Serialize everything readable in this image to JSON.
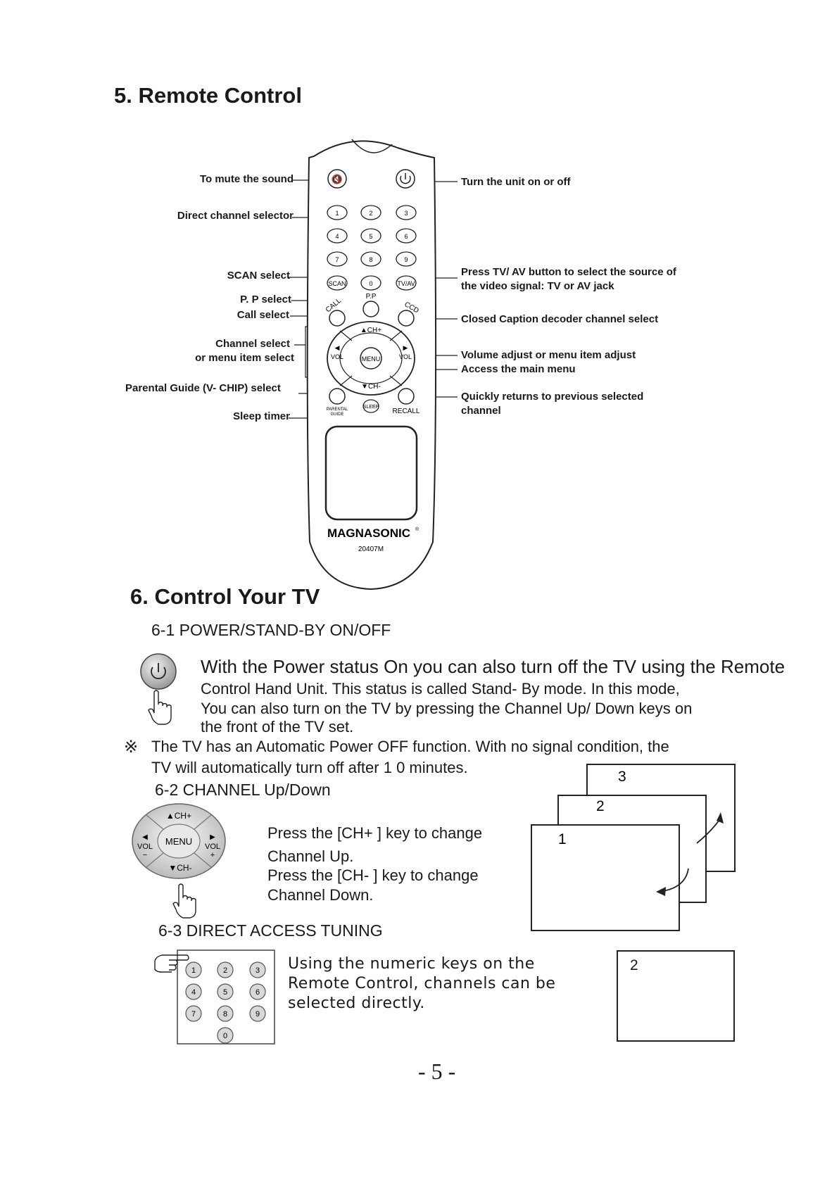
{
  "section5": {
    "title": "5.  Remote Control",
    "labels_left": {
      "mute": "To  mute  the  sound",
      "direct": "Direct  channel  selector",
      "scan": "SCAN  select",
      "pp": "P. P  select",
      "call": "Call  select",
      "channel1": "Channel  select",
      "channel2": "or  menu  item  select",
      "parental": "Parental  Guide  (V- CHIP)  select",
      "sleep": "Sleep  timer"
    },
    "labels_right": {
      "power": "Turn  the  unit  on  or  off",
      "tvav1": "Press  TV/ AV  button  to  select  the  source  of",
      "tvav2": "the  video  signal:  TV  or  AV  jack",
      "ccd": "Closed  Caption  decoder  channel  select",
      "vol": "Volume  adjust  or  menu  item  adjust",
      "menu": "Access  the  main  menu",
      "recall1": "Quickly  returns  to  previous  selected",
      "recall2": "channel"
    },
    "remote": {
      "digits": [
        "1",
        "2",
        "3",
        "4",
        "5",
        "6",
        "7",
        "8",
        "9"
      ],
      "scan": "SCAN",
      "zero": "0",
      "tvav": "TV/AV",
      "pp": "P.P",
      "call": "CALL",
      "ccd": "CCD",
      "chup": "▲CH+",
      "chdown": "▼CH-",
      "vol": "VOL",
      "menu": "MENU",
      "parental1": "PARENTAL",
      "parental2": "GUIDE",
      "sleep": "SLEEP",
      "recall": "RECALL",
      "brand": "MAGNASONIC",
      "model": "20407M"
    }
  },
  "section6": {
    "title": "6.  Control  Your  TV",
    "s61": {
      "title": "6-1  POWER/STAND-BY  ON/OFF",
      "line1": "With the Power status On you can also turn off the TV using the Remote",
      "line2": "Control  Hand  Unit.  This  status  is  called  Stand- By  mode.  In  this  mode,",
      "line3": "You  can  also  turn  on  the  TV  by  pressing  the  Channel  Up/ Down  keys  on",
      "line4": "the  front  of  the  TV  set.",
      "note_mark": "※",
      "note1": "The  TV  has  an  Automatic  Power  OFF  function.  With  no  signal  condition,  the",
      "note2": "TV  will  automatically  turn  off  after   1 0 minutes."
    },
    "s62": {
      "title": "6-2  CHANNEL  Up/Down",
      "line1": "Press the   [CH+ ] key  to  change",
      "line2": "Channel  Up.",
      "line3": "Press the   [CH-  ] key  to  change",
      "line4": "Channel  Down.",
      "screens": [
        "1",
        "2",
        "3"
      ],
      "pad": {
        "chup": "▲CH+",
        "chdown": "▼CH-",
        "menu": "MENU",
        "vol": "VOL",
        "minus": "−",
        "plus": "+"
      }
    },
    "s63": {
      "title": "6-3  DIRECT  ACCESS  TUNING",
      "line1": "Using the numeric keys on the",
      "line2": "Remote Control, channels can be",
      "line3": "selected directly.",
      "keys": [
        "1",
        "2",
        "3",
        "4",
        "5",
        "6",
        "7",
        "8",
        "9",
        "0"
      ],
      "screen": "2"
    }
  },
  "page_number": "-  5 -"
}
